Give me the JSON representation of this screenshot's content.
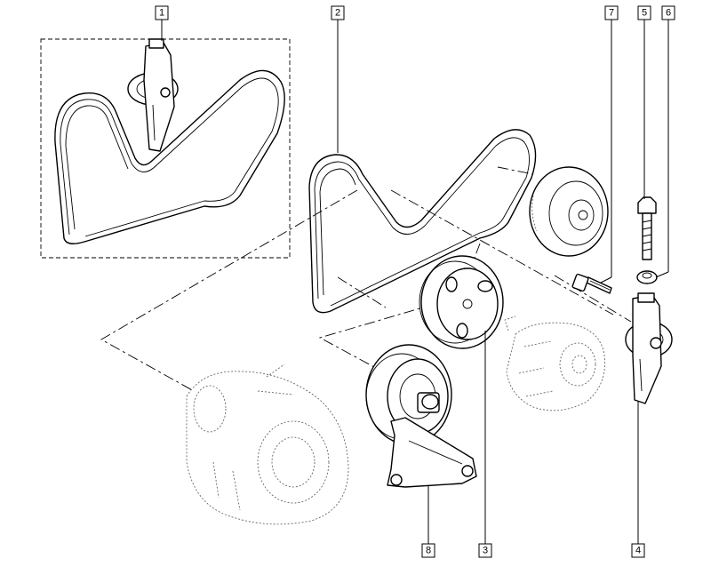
{
  "callouts": [
    {
      "id": "1",
      "label": "1"
    },
    {
      "id": "2",
      "label": "2"
    },
    {
      "id": "3",
      "label": "3"
    },
    {
      "id": "4",
      "label": "4"
    },
    {
      "id": "5",
      "label": "5"
    },
    {
      "id": "6",
      "label": "6"
    },
    {
      "id": "7",
      "label": "7"
    },
    {
      "id": "8",
      "label": "8"
    }
  ],
  "colors": {
    "ink": "#000000",
    "paper": "#ffffff",
    "ghost": "#555555"
  }
}
